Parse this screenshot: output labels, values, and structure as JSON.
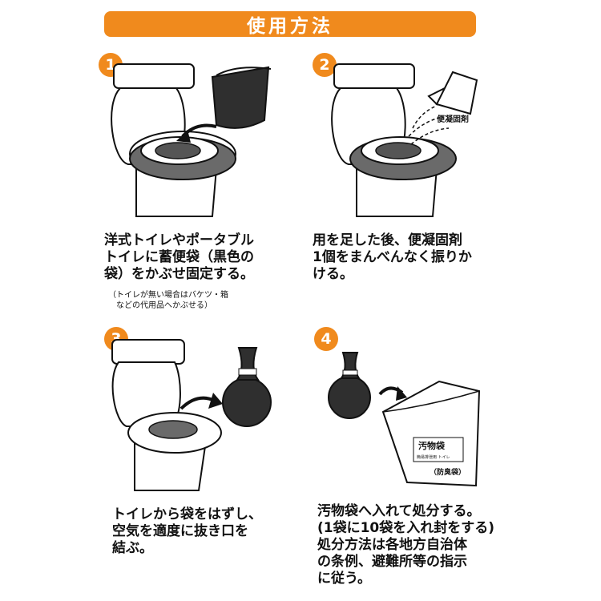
{
  "title": "使用方法",
  "colors": {
    "accent": "#f08a1d",
    "bag": "#2f2f2f",
    "seat": "#6a6a6a"
  },
  "steps": [
    {
      "number": "1",
      "text": "洋式トイレやポータブル\nトイレに蓄便袋（黒色の\n袋）をかぶせ固定する。",
      "note": "（トイレが無い場合はバケツ・箱\n　などの代用品へかぶせる）"
    },
    {
      "number": "2",
      "text": "用を足した後、便凝固剤\n1個をまんべんなく振りか\nける。",
      "packet_label": "便凝固剤"
    },
    {
      "number": "3",
      "text": "トイレから袋をはずし、\n空気を適度に抜き口を\n結ぶ。"
    },
    {
      "number": "4",
      "text": "汚物袋へ入れて処分する。\n(1袋に10袋を入れ封をする)\n処分方法は各地方自治体\nの条例、避難所等の指示\nに従う。",
      "pouch_label": "汚物袋",
      "pouch_sublabel": "簡易排泄用 トイレ",
      "pouch_tag": "（防臭袋）"
    }
  ]
}
